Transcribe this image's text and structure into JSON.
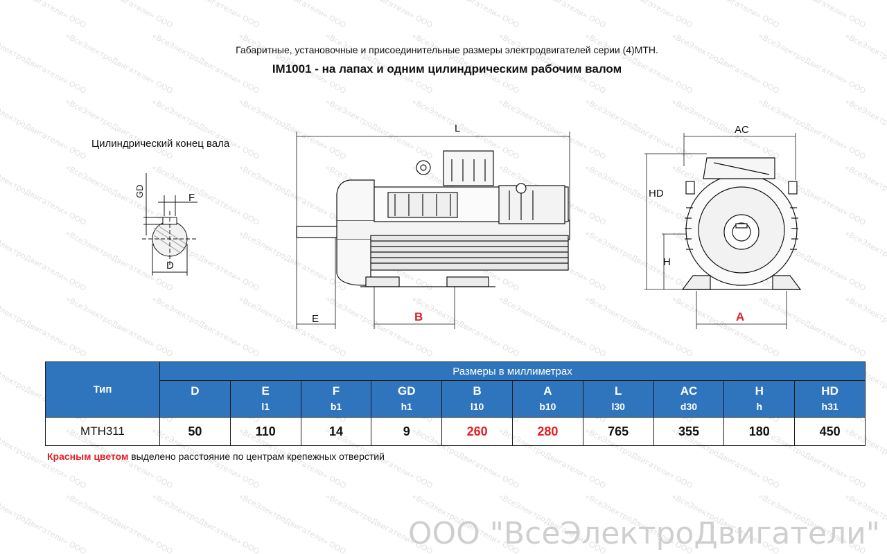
{
  "document": {
    "title": "Габаритные, установочные и присоединительные размеры электродвигателей серии (4)МТН.",
    "subtitle": "IM1001 - на лапах и одним цилиндрическим рабочим валом",
    "shaft_section_label": "Цилиндрический конец вала",
    "company_watermark": "ООО \"ВсеЭлектроДвигатели\"",
    "watermark_text": "«ВсеЭлектроДвигатели» ООО"
  },
  "drawing_labels": {
    "GD": "GD",
    "F": "F",
    "D": "D",
    "L": "L",
    "E": "E",
    "B": "B",
    "AC": "AC",
    "HD": "HD",
    "H": "H",
    "A": "A"
  },
  "colors": {
    "header_blue": "#2f75bd",
    "highlight_red": "#e31e24"
  },
  "table": {
    "type_header": "Тип",
    "group_header": "Размеры в миллиметрах",
    "columns": [
      {
        "name": "D",
        "sub": ""
      },
      {
        "name": "E",
        "sub": "l1"
      },
      {
        "name": "F",
        "sub": "b1"
      },
      {
        "name": "GD",
        "sub": "h1"
      },
      {
        "name": "B",
        "sub": "l10"
      },
      {
        "name": "A",
        "sub": "b10"
      },
      {
        "name": "L",
        "sub": "l30"
      },
      {
        "name": "AC",
        "sub": "d30"
      },
      {
        "name": "H",
        "sub": "h"
      },
      {
        "name": "HD",
        "sub": "h31"
      }
    ],
    "row": {
      "type": "МТН311",
      "values": [
        "50",
        "110",
        "14",
        "9",
        "260",
        "280",
        "765",
        "355",
        "180",
        "450"
      ]
    }
  },
  "note": {
    "red_part": "Красным цветом",
    "rest": " выделено расстояние по центрам крепежных отверстий"
  }
}
